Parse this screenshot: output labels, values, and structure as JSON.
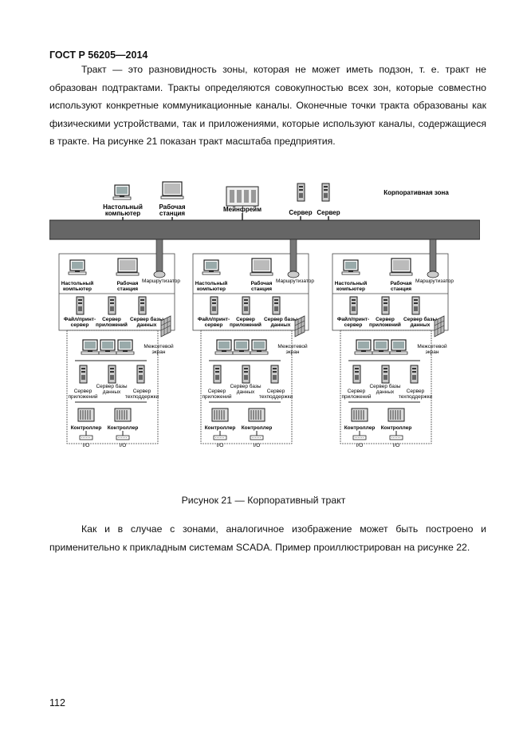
{
  "header": "ГОСТ Р 56205—2014",
  "paragraph1": "Тракт — это разновидность зоны, которая не может иметь подзон, т. е. тракт не образован подтрактами. Тракты определяются совокупностью всех зон, которые совместно используют конкретные коммуникационные каналы. Оконечные точки тракта образованы как физическими устройствами, так и приложениями, которые используют каналы, содержащиеся в тракте. На рисунке 21 показан тракт масштаба предприятия.",
  "figure": {
    "corporate_zone": "Корпоративная зона",
    "top_devices": {
      "desktop": [
        "Настольный",
        "компьютер"
      ],
      "workstation": [
        "Рабочая",
        "станция"
      ],
      "mainframe": "Мейнфрейм",
      "server1": "Сервер",
      "server2": "Сервер"
    },
    "zone": {
      "desktop": [
        "Настольный",
        "компьютер"
      ],
      "workstation": [
        "Рабочая",
        "станция"
      ],
      "router": "Маршрутизатор",
      "file_server": [
        "Файл/принт-",
        "сервер"
      ],
      "app_server": [
        "Сервер",
        "приложений"
      ],
      "db_server": [
        "Сервер базы",
        "данных"
      ],
      "firewall": [
        "Межсетевой",
        "экран"
      ],
      "lower_app_server": [
        "Сервер",
        "приложений"
      ],
      "lower_db_server": [
        "Сервер базы",
        "данных"
      ],
      "support_server": [
        "Сервер",
        "техподдержки"
      ],
      "controller": "Контроллер",
      "io": "I/O"
    }
  },
  "caption": "Рисунок 21 — Корпоративный тракт",
  "paragraph2": "Как и в случае с зонами, аналогичное изображение может быть построено и применительно к прикладным системам SCADA. Пример проиллюстрирован на рисунке 22.",
  "page_number": "112"
}
